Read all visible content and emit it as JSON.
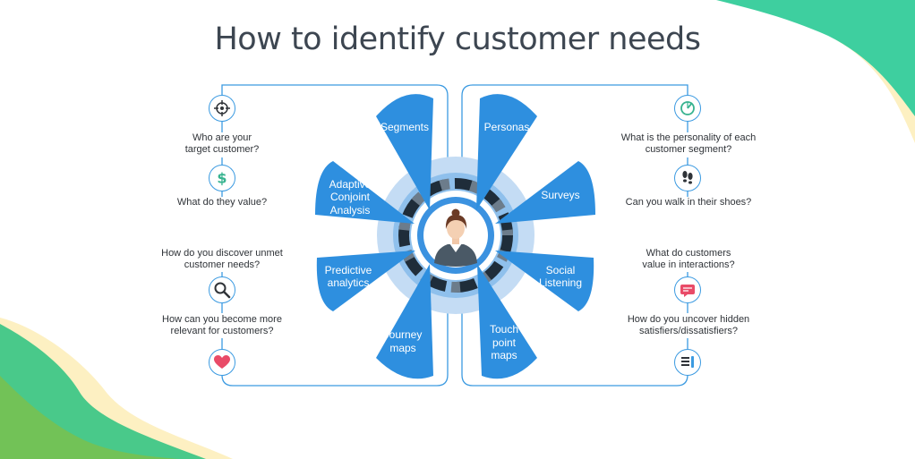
{
  "title": "How to identify customer needs",
  "petals": {
    "segments": "Segments",
    "personas": "Personas",
    "adaptive_l1": "Adaptive",
    "adaptive_l2": "Conjoint",
    "adaptive_l3": "Analysis",
    "surveys": "Surveys",
    "predictive_l1": "Predictive",
    "predictive_l2": "analytics",
    "social_l1": "Social",
    "social_l2": "Listening",
    "journey_l1": "Journey",
    "journey_l2": "maps",
    "touch_l1": "Touch",
    "touch_l2": "point",
    "touch_l3": "maps"
  },
  "left_questions": {
    "target_l1": "Who are your",
    "target_l2": "target customer?",
    "value": "What do they value?",
    "unmet_l1": "How do you discover unmet",
    "unmet_l2": "customer needs?",
    "relevant_l1": "How can you become more",
    "relevant_l2": "relevant for customers?"
  },
  "right_questions": {
    "personality_l1": "What is the personality of each",
    "personality_l2": "customer segment?",
    "shoes": "Can you walk in their shoes?",
    "interactions_l1": "What do customers",
    "interactions_l2": "value in interactions?",
    "hidden_l1": "How do you uncover hidden",
    "hidden_l2": "satisfiers/dissatisfiers?"
  },
  "icons": [
    "target-icon",
    "dollar-icon",
    "search-icon",
    "heart-icon",
    "chart-icon",
    "footprints-icon",
    "chat-icon",
    "checklist-icon"
  ],
  "colors": {
    "petal": "#2e8fdf",
    "title": "#3d4651",
    "accent_green": "#3ecf9f",
    "accent_yellow": "#fdf3c6",
    "line": "#3b9ae1"
  }
}
